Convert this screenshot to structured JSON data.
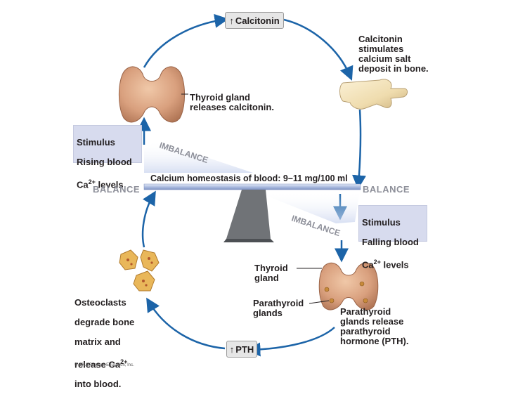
{
  "colors": {
    "arrow": "#1c64a8",
    "stimulus_box": "#d7dbee",
    "balance_text": "#8d8f99",
    "beam": "#9fb0d8",
    "fulcrum": "#6f7276"
  },
  "hormones": {
    "top_arrow": "↑",
    "top_label": "Calcitonin",
    "bottom_arrow": "↑",
    "bottom_label": "PTH"
  },
  "labels": {
    "calcitonin_effect": "Calcitonin\nstimulates\ncalcium salt\ndeposit in bone.",
    "thyroid_releases": "Thyroid gland\nreleases calcitonin.",
    "thyroid_gland": "Thyroid\ngland",
    "parathyroid_glands": "Parathyroid\nglands",
    "pth_release": "Parathyroid\nglands release\nparathyroid\nhormone (PTH).",
    "osteoclasts_line1": "Osteoclasts",
    "osteoclasts_line2": "degrade bone",
    "osteoclasts_line3": "matrix and",
    "osteoclasts_line4_pre": "release Ca",
    "osteoclasts_line4_sup": "2+",
    "osteoclasts_line5": "into blood."
  },
  "stimulus_rising": {
    "line1": "Stimulus",
    "line2": "Rising blood",
    "line3_pre": "Ca",
    "line3_sup": "2+",
    "line3_post": " levels"
  },
  "stimulus_falling": {
    "line1": "Stimulus",
    "line2": "Falling blood",
    "line3_pre": "Ca",
    "line3_sup": "2+",
    "line3_post": " levels"
  },
  "seesaw": {
    "homeostasis": "Calcium homeostasis of blood: 9–11 mg/100 ml",
    "imbalance_left": "IMBALANCE",
    "imbalance_right": "IMBALANCE",
    "balance_left": "BALANCE",
    "balance_right": "BALANCE"
  },
  "copyright": "© 2012 Pearson Education, Inc."
}
